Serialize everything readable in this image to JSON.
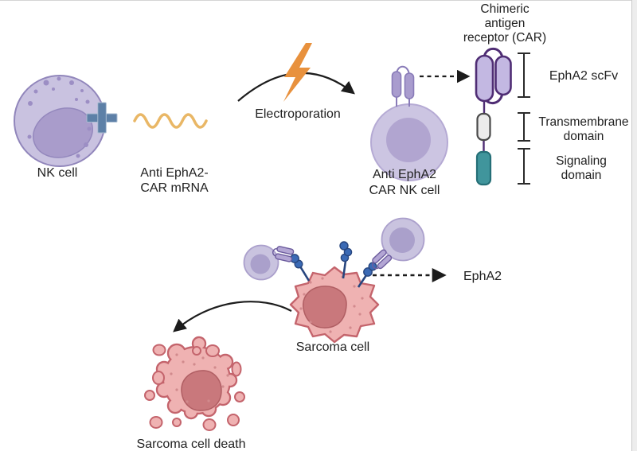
{
  "figure_type": "scientific-illustration",
  "labels": {
    "nk_cell": "NK cell",
    "mrna_line1": "Anti EphA2-",
    "mrna_line2": "CAR mRNA",
    "electroporation": "Electroporation",
    "car_nk_line1": "Anti EphA2",
    "car_nk_line2": "CAR NK cell",
    "car_title_line1": "Chimeric",
    "car_title_line2": "antigen",
    "car_title_line3": "receptor (CAR)",
    "scfv": "EphA2 scFv",
    "transmembrane_line1": "Transmembrane",
    "transmembrane_line2": "domain",
    "signaling_line1": "Signaling",
    "signaling_line2": "domain",
    "epha2": "EphA2",
    "sarcoma": "Sarcoma cell",
    "sarcoma_death": "Sarcoma cell death"
  },
  "icons": {
    "plus": "plus-icon",
    "lightning": "lightning-bolt-icon",
    "arrows": [
      "curved-arrow",
      "dashed-arrow-receptor",
      "dashed-arrow-epha2",
      "curved-arrow-death"
    ]
  },
  "palette": {
    "nk_cell_body": "#c9c2e0",
    "nk_cell_nucleus": "#a99ccb",
    "nk_cell_outline": "#9186bb",
    "plus_sign": "#5d80a7",
    "mrna_wave": "#e9b766",
    "lightning_bolt": "#e8913d",
    "car_pill_fill": "#c3b8e2",
    "car_pill_outline": "#4f2d74",
    "transmembrane_fill": "#ecebeb",
    "transmembrane_outline": "#4a4a4a",
    "signaling_fill": "#40959c",
    "signaling_outline": "#256f77",
    "sarcoma_body": "#efb2b2",
    "sarcoma_outline": "#c4646c",
    "sarcoma_nucleus": "#c9787c",
    "antigen_blue": "#3b6ab5",
    "antigen_blue_dark": "#27457e",
    "arrow_color": "#1c1c1c",
    "text_color": "#212121"
  }
}
